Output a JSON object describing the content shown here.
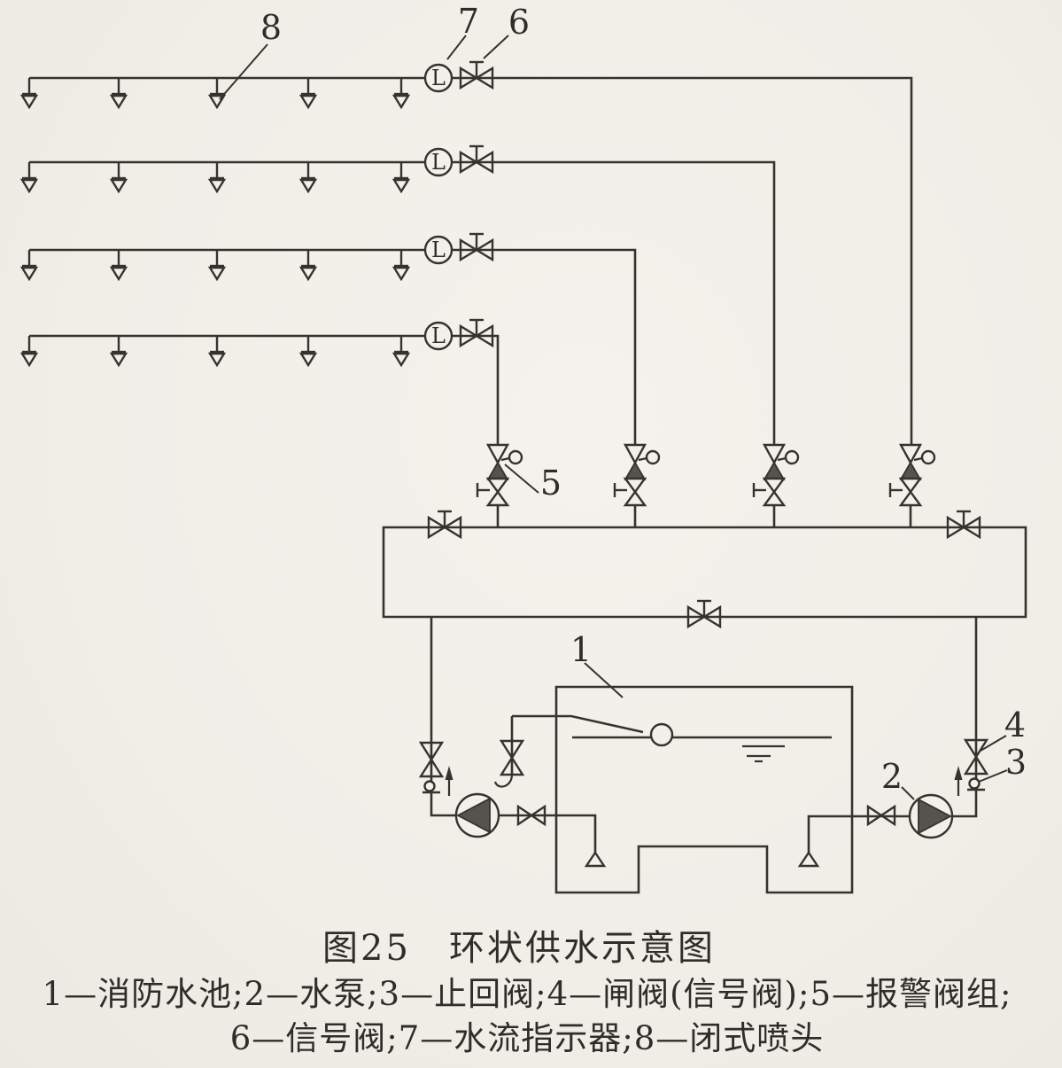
{
  "figure": {
    "caption": "图25　环状供水示意图",
    "legend": {
      "line1": "1—消防水池;2—水泵;3—止回阀;4—闸阀(信号阀);5—报警阀组;",
      "line2": "6—信号阀;7—水流指示器;8—闭式喷头"
    },
    "flow_indicator_letter": "L",
    "callouts": {
      "tank": "1",
      "pump": "2",
      "check_valve": "3",
      "gate_valve_signal": "4",
      "alarm_valve_group": "5",
      "signal_valve": "6",
      "flow_indicator": "7",
      "closed_sprinkler": "8"
    },
    "colors": {
      "ink": "#35332e",
      "paper": "#f1efe9",
      "symbol_fill": "#55534d"
    }
  }
}
